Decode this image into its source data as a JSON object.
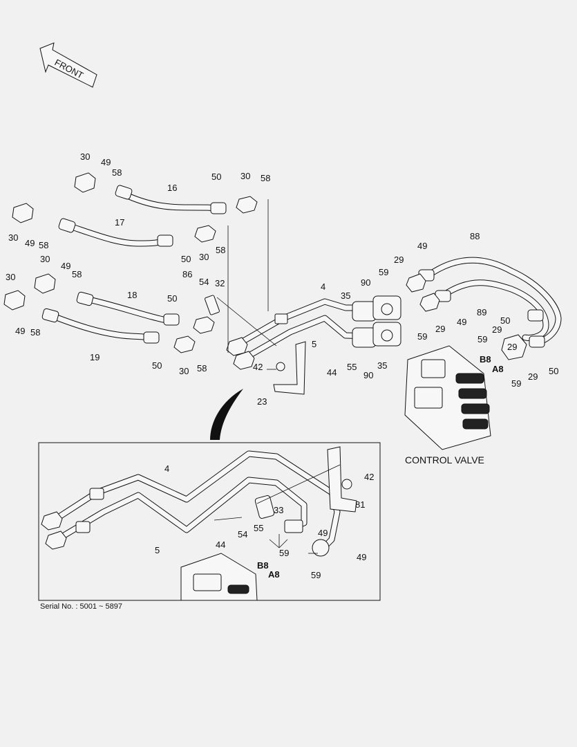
{
  "header": {
    "front_label": "FRONT"
  },
  "labels": {
    "l30a": "30",
    "l49a": "49",
    "l58a": "58",
    "l16": "16",
    "l50a": "50",
    "l30b": "30",
    "l58b": "58",
    "l30c": "30",
    "l49b": "49",
    "l58c": "58",
    "l17": "17",
    "l58d": "58",
    "l50b": "50",
    "l30d": "30",
    "l30e": "30",
    "l49c": "49",
    "l58e": "58",
    "l30f": "30",
    "l49d": "49",
    "l58f": "58",
    "l86": "86",
    "l54a": "54",
    "l32": "32",
    "l50c": "50",
    "l18": "18",
    "l19": "19",
    "l50d": "50",
    "l30g": "30",
    "l58g": "58",
    "l4a": "4",
    "l5a": "5",
    "l42a": "42",
    "l23": "23",
    "l35a": "35",
    "l90a": "90",
    "l59a": "59",
    "l44a": "44",
    "l55a": "55",
    "l90b": "90",
    "l35b": "35",
    "l59b": "59",
    "l29a": "29",
    "l49e": "49",
    "l88": "88",
    "l89": "89",
    "l29b": "29",
    "l49f": "49",
    "l29c": "29",
    "l50e": "50",
    "l59c": "59",
    "l29d": "29",
    "l59d": "59",
    "l29e": "29",
    "l50f": "50",
    "b8a": "B8",
    "a8a": "A8",
    "l4b": "4",
    "l5b": "5",
    "l42b": "42",
    "l81": "81",
    "l33": "33",
    "l44b": "44",
    "l54b": "54",
    "l55b": "55",
    "l49g": "49",
    "l59e": "59",
    "l49h": "49",
    "l59f": "59",
    "b8b": "B8",
    "a8b": "A8"
  },
  "control_valve_label": "CONTROL VALVE",
  "serial_label": "Serial No. : 5001 ~ 5897"
}
